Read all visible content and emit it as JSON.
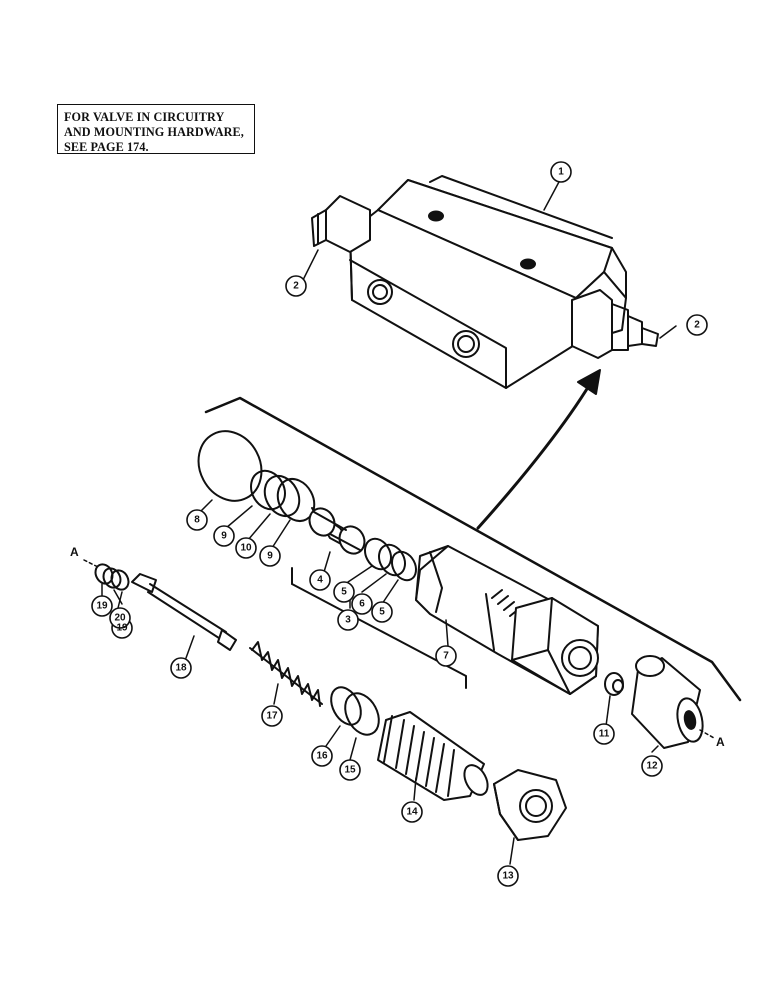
{
  "note": {
    "lines": [
      "FOR VALVE IN CIRCUITRY",
      "AND MOUNTING HARDWARE,",
      "SEE PAGE 174."
    ]
  },
  "callouts": {
    "c1": "1",
    "c2a": "2",
    "c2b": "2",
    "c3": "3",
    "c4": "4",
    "c5a": "5",
    "c5b": "5",
    "c6": "6",
    "c7": "7",
    "c8": "8",
    "c9a": "9",
    "c9b": "9",
    "c10": "10",
    "c11": "11",
    "c12": "12",
    "c13": "13",
    "c14": "14",
    "c15": "15",
    "c16": "16",
    "c17": "17",
    "c18": "18",
    "c19a": "19",
    "c19b": "19",
    "c20": "20"
  },
  "markers": {
    "left": "A",
    "right": "A"
  }
}
